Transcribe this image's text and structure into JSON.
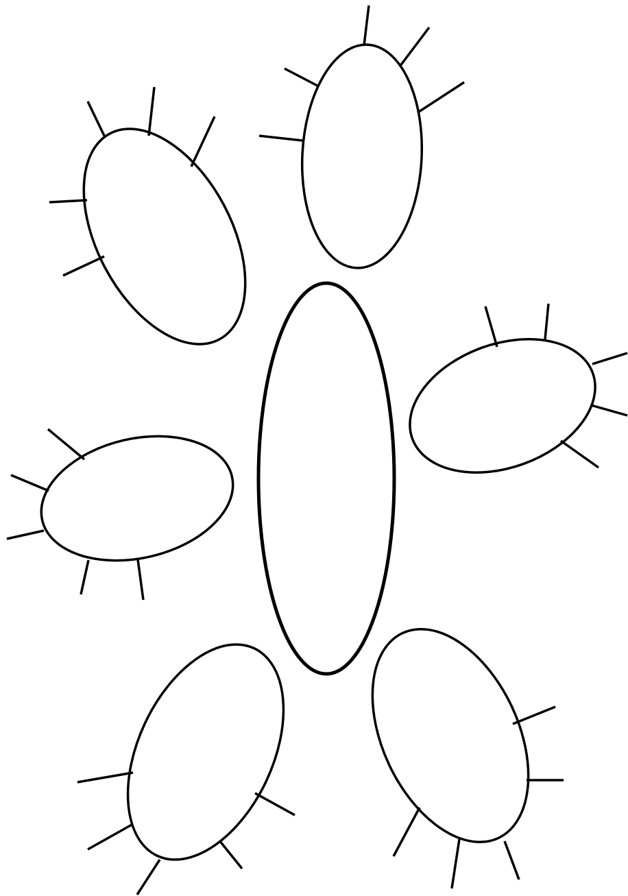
{
  "diagram": {
    "type": "bubble-map",
    "colors": {
      "background": "#ffffff",
      "stroke": "#000000"
    },
    "central_node": {
      "label": ""
    },
    "outer_nodes": [
      {
        "id": "top-left",
        "label": ""
      },
      {
        "id": "top-center",
        "label": ""
      },
      {
        "id": "middle-right",
        "label": ""
      },
      {
        "id": "middle-left",
        "label": ""
      },
      {
        "id": "bottom-left",
        "label": ""
      },
      {
        "id": "bottom-right",
        "label": ""
      }
    ]
  }
}
